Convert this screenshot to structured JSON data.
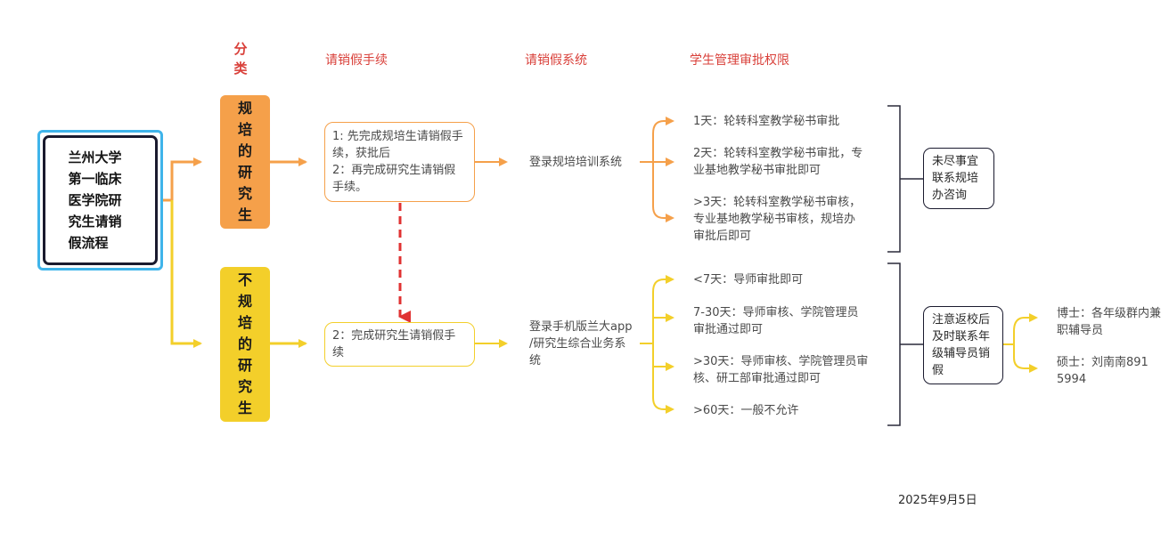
{
  "headers": {
    "category": "分类",
    "procedure": "请销假手续",
    "system": "请销假系统",
    "approval": "学生管理审批权限"
  },
  "root": {
    "title": "兰州大学第一临床医学院研究生请销假流程"
  },
  "branches": {
    "guipei": {
      "label": "规培的研究生",
      "color": "#f5a04a",
      "procedure_line1": "1: 先完成规培生请销假手续，获批后",
      "procedure_line2": "2：再完成研究生请销假手续。",
      "system": "登录规培培训系统",
      "approvals": [
        "1天：轮转科室教学秘书审批",
        "2天：轮转科室教学秘书审批，专业基地教学秘书审批即可",
        ">3天：轮转科室教学秘书审核，专业基地教学秘书审核，规培办审批后即可"
      ],
      "note": "未尽事宜联系规培办咨询"
    },
    "feiguipei": {
      "label": "不规培的研究生",
      "color": "#f3cf2a",
      "procedure": "2：完成研究生请销假手续",
      "system": "登录手机版兰大app /研究生综合业务系统",
      "approvals": [
        "<7天：导师审批即可",
        "7-30天：导师审核、学院管理员审批通过即可",
        ">30天：导师审核、学院管理员审核、研工部审批通过即可",
        ">60天：一般不允许"
      ],
      "note": "注意返校后及时联系年级辅导员销假",
      "contacts": [
        "博士：各年级群内兼职辅导员",
        "硕士：刘南南8915994"
      ]
    }
  },
  "date": "2025年9月5日",
  "colors": {
    "root_border": "#3fb4ea",
    "header_red": "#d9403a",
    "dashed_arrow": "#e03232"
  }
}
